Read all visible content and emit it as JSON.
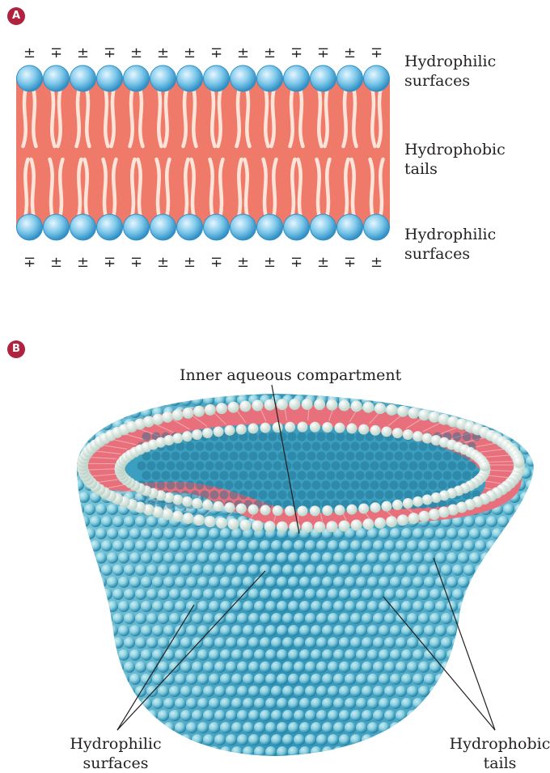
{
  "panel_a": {
    "badge": "A",
    "top_signs": [
      "±",
      "∓",
      "±",
      "∓",
      "±",
      "±",
      "±",
      "∓",
      "±",
      "±",
      "∓",
      "∓",
      "±",
      "∓"
    ],
    "bottom_signs": [
      "∓",
      "±",
      "±",
      "∓",
      "∓",
      "±",
      "±",
      "∓",
      "±",
      "±",
      "∓",
      "±",
      "∓",
      "±"
    ],
    "labels": {
      "top_surface": [
        "Hydrophilic",
        "surfaces"
      ],
      "tails": [
        "Hydrophobic",
        "tails"
      ],
      "bottom_surface": [
        "Hydrophilic",
        "surfaces"
      ]
    },
    "colors": {
      "core": "#f07a6a",
      "tail": "#fde4d8",
      "head": "#7ec8ea",
      "head_edge": "#2f8fc4"
    }
  },
  "panel_b": {
    "badge": "B",
    "labels": {
      "inner": "Inner aqueous compartment",
      "hydrophilic": [
        "Hydrophilic",
        "surfaces"
      ],
      "hydrophobic": [
        "Hydrophobic",
        "tails"
      ]
    },
    "colors": {
      "surface": "#3ea3c2",
      "surface_light": "#8fd4e4",
      "tails": "#e8707c",
      "heads": "#eef3ee"
    }
  }
}
